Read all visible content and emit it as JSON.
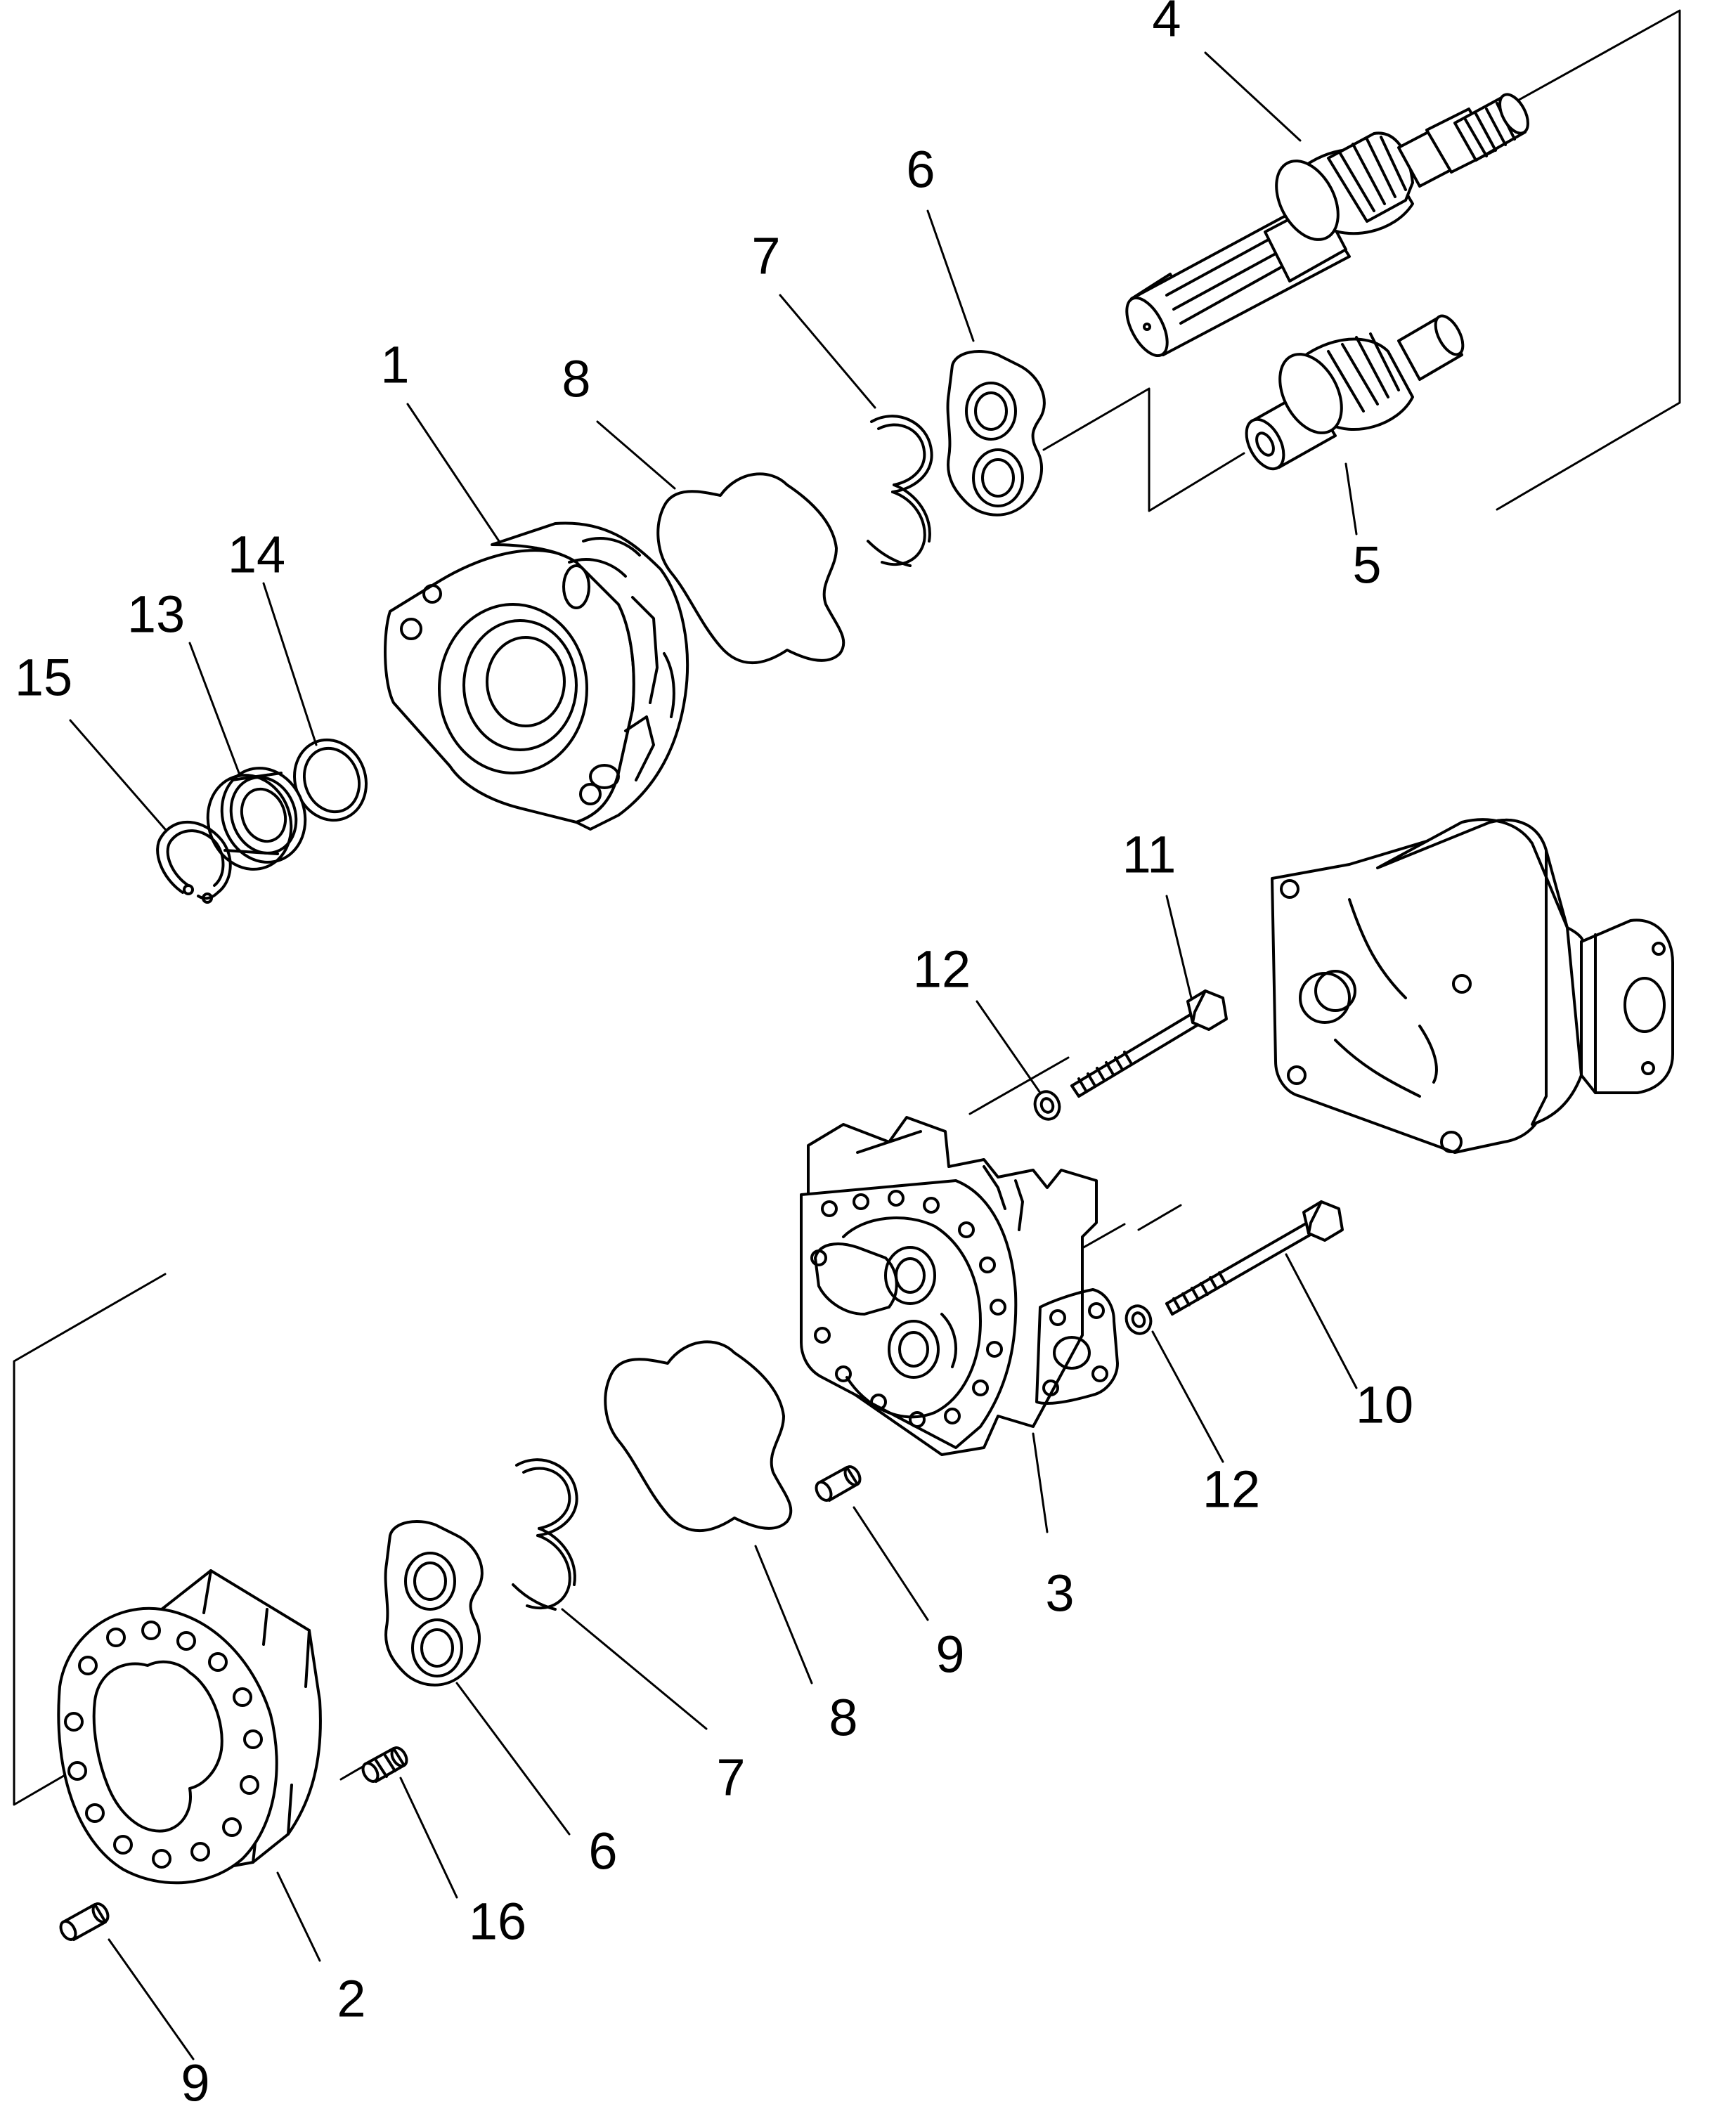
{
  "diagram": {
    "type": "exploded-parts-view",
    "callouts": [
      {
        "id": "c4",
        "label": "4"
      },
      {
        "id": "c6a",
        "label": "6"
      },
      {
        "id": "c7a",
        "label": "7"
      },
      {
        "id": "c1",
        "label": "1"
      },
      {
        "id": "c8a",
        "label": "8"
      },
      {
        "id": "c5",
        "label": "5"
      },
      {
        "id": "c14",
        "label": "14"
      },
      {
        "id": "c13",
        "label": "13"
      },
      {
        "id": "c15",
        "label": "15"
      },
      {
        "id": "c11",
        "label": "11"
      },
      {
        "id": "c12a",
        "label": "12"
      },
      {
        "id": "c10",
        "label": "10"
      },
      {
        "id": "c12b",
        "label": "12"
      },
      {
        "id": "c3",
        "label": "3"
      },
      {
        "id": "c9a",
        "label": "9"
      },
      {
        "id": "c8b",
        "label": "8"
      },
      {
        "id": "c7b",
        "label": "7"
      },
      {
        "id": "c6b",
        "label": "6"
      },
      {
        "id": "c16",
        "label": "16"
      },
      {
        "id": "c2",
        "label": "2"
      },
      {
        "id": "c9b",
        "label": "9"
      }
    ]
  }
}
